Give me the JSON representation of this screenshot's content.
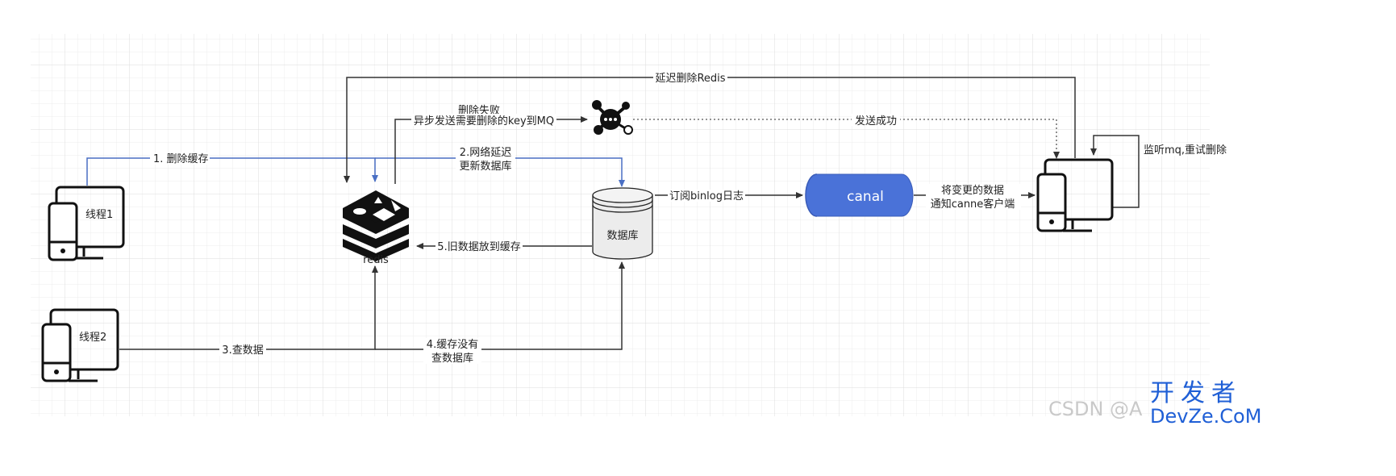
{
  "nodes": {
    "thread1": "线程1",
    "thread2": "线程2",
    "redis": "redis",
    "database": "数据库",
    "canal": "canal"
  },
  "edges": {
    "e1": "1. 删除缓存",
    "e2_line1": "2.网络延迟",
    "e2_line2": "更新数据库",
    "e3": "3.查数据",
    "e4_line1": "4.缓存没有",
    "e4_line2": "查数据库",
    "e5": "5.旧数据放到缓存",
    "delay_delete": "延迟删除Redis",
    "fail_line1": "删除失败",
    "fail_line2": "异步发送需要删除的key到MQ",
    "send_success": "发送成功",
    "subscribe": "订阅binlog日志",
    "notify_line1": "将变更的数据",
    "notify_line2": "通知canne客户端",
    "listen": "监听mq,重试删除"
  },
  "watermark": {
    "csdn": "CSDN @A",
    "cn": "开发者",
    "en": "DevZe.CoM"
  },
  "colors": {
    "canal_fill": "#4a72d8",
    "blue_arrow": "#4a6fc4",
    "line": "#333333",
    "watermark": "#1f5fd6"
  }
}
